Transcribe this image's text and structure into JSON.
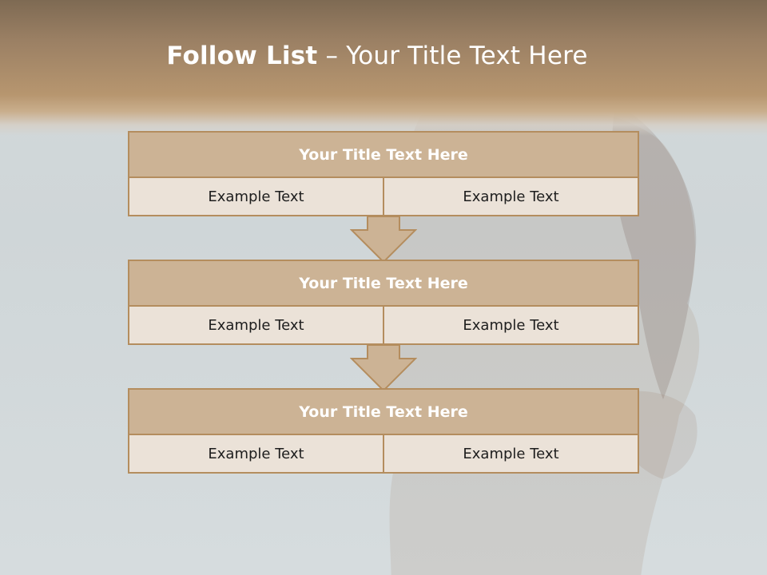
{
  "slide": {
    "title_bold": "Follow List",
    "title_rest": "– Your Title Text Here"
  },
  "steps": [
    {
      "heading": "Your Title Text Here",
      "left": "Example Text",
      "right": "Example Text"
    },
    {
      "heading": "Your Title Text Here",
      "left": "Example Text",
      "right": "Example Text"
    },
    {
      "heading": "Your Title Text Here",
      "left": "Example Text",
      "right": "Example Text"
    }
  ],
  "colors": {
    "band": "#b7966f",
    "box_border": "#b48d5e",
    "box_header": "#ccb395",
    "box_body": "#ebe2d8",
    "arrow_fill": "#ccb395"
  }
}
